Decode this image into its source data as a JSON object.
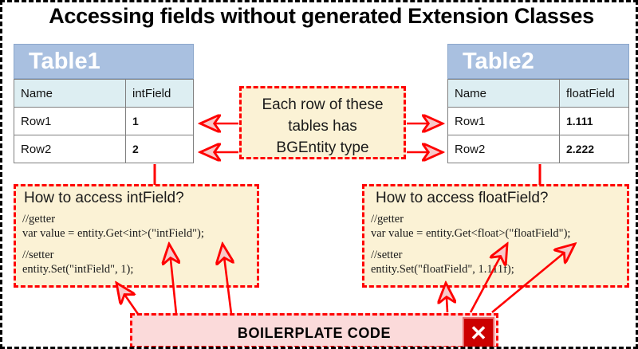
{
  "title": "Accessing fields without generated Extension Classes",
  "tables": [
    {
      "name": "table1",
      "title": "Table1",
      "columns": [
        "Name",
        "intField"
      ],
      "rows": [
        [
          "Row1",
          "1"
        ],
        [
          "Row2",
          "2"
        ]
      ]
    },
    {
      "name": "table2",
      "title": "Table2",
      "columns": [
        "Name",
        "floatField"
      ],
      "rows": [
        [
          "Row1",
          "1.111"
        ],
        [
          "Row2",
          "2.222"
        ]
      ]
    }
  ],
  "center_note": {
    "line1": "Each row of these",
    "line2": "tables has",
    "line3": "BGEntity type"
  },
  "code_boxes": [
    {
      "name": "int-field",
      "heading": "How to access intField?",
      "getter_comment": "//getter",
      "getter_code": "var value = entity.Get<int>(\"intField\");",
      "setter_comment": "//setter",
      "setter_code": "entity.Set(\"intField\", 1);"
    },
    {
      "name": "float-field",
      "heading": "How to access floatField?",
      "getter_comment": "//getter",
      "getter_code": "var value = entity.Get<float>(\"floatField\");",
      "setter_comment": "//setter",
      "setter_code": "entity.Set(\"floatField\", 1.111f);"
    }
  ],
  "boilerplate": {
    "label": "BOILERPLATE CODE",
    "close_glyph": "✕"
  },
  "colors": {
    "accent_red": "#ff0000",
    "table_header": "#a9c0e0",
    "column_header": "#ddeef2",
    "note_bg": "#fbf2d5",
    "banner_bg": "#fbdada",
    "close_bg": "#cc0000",
    "frame_border": "#000000"
  }
}
